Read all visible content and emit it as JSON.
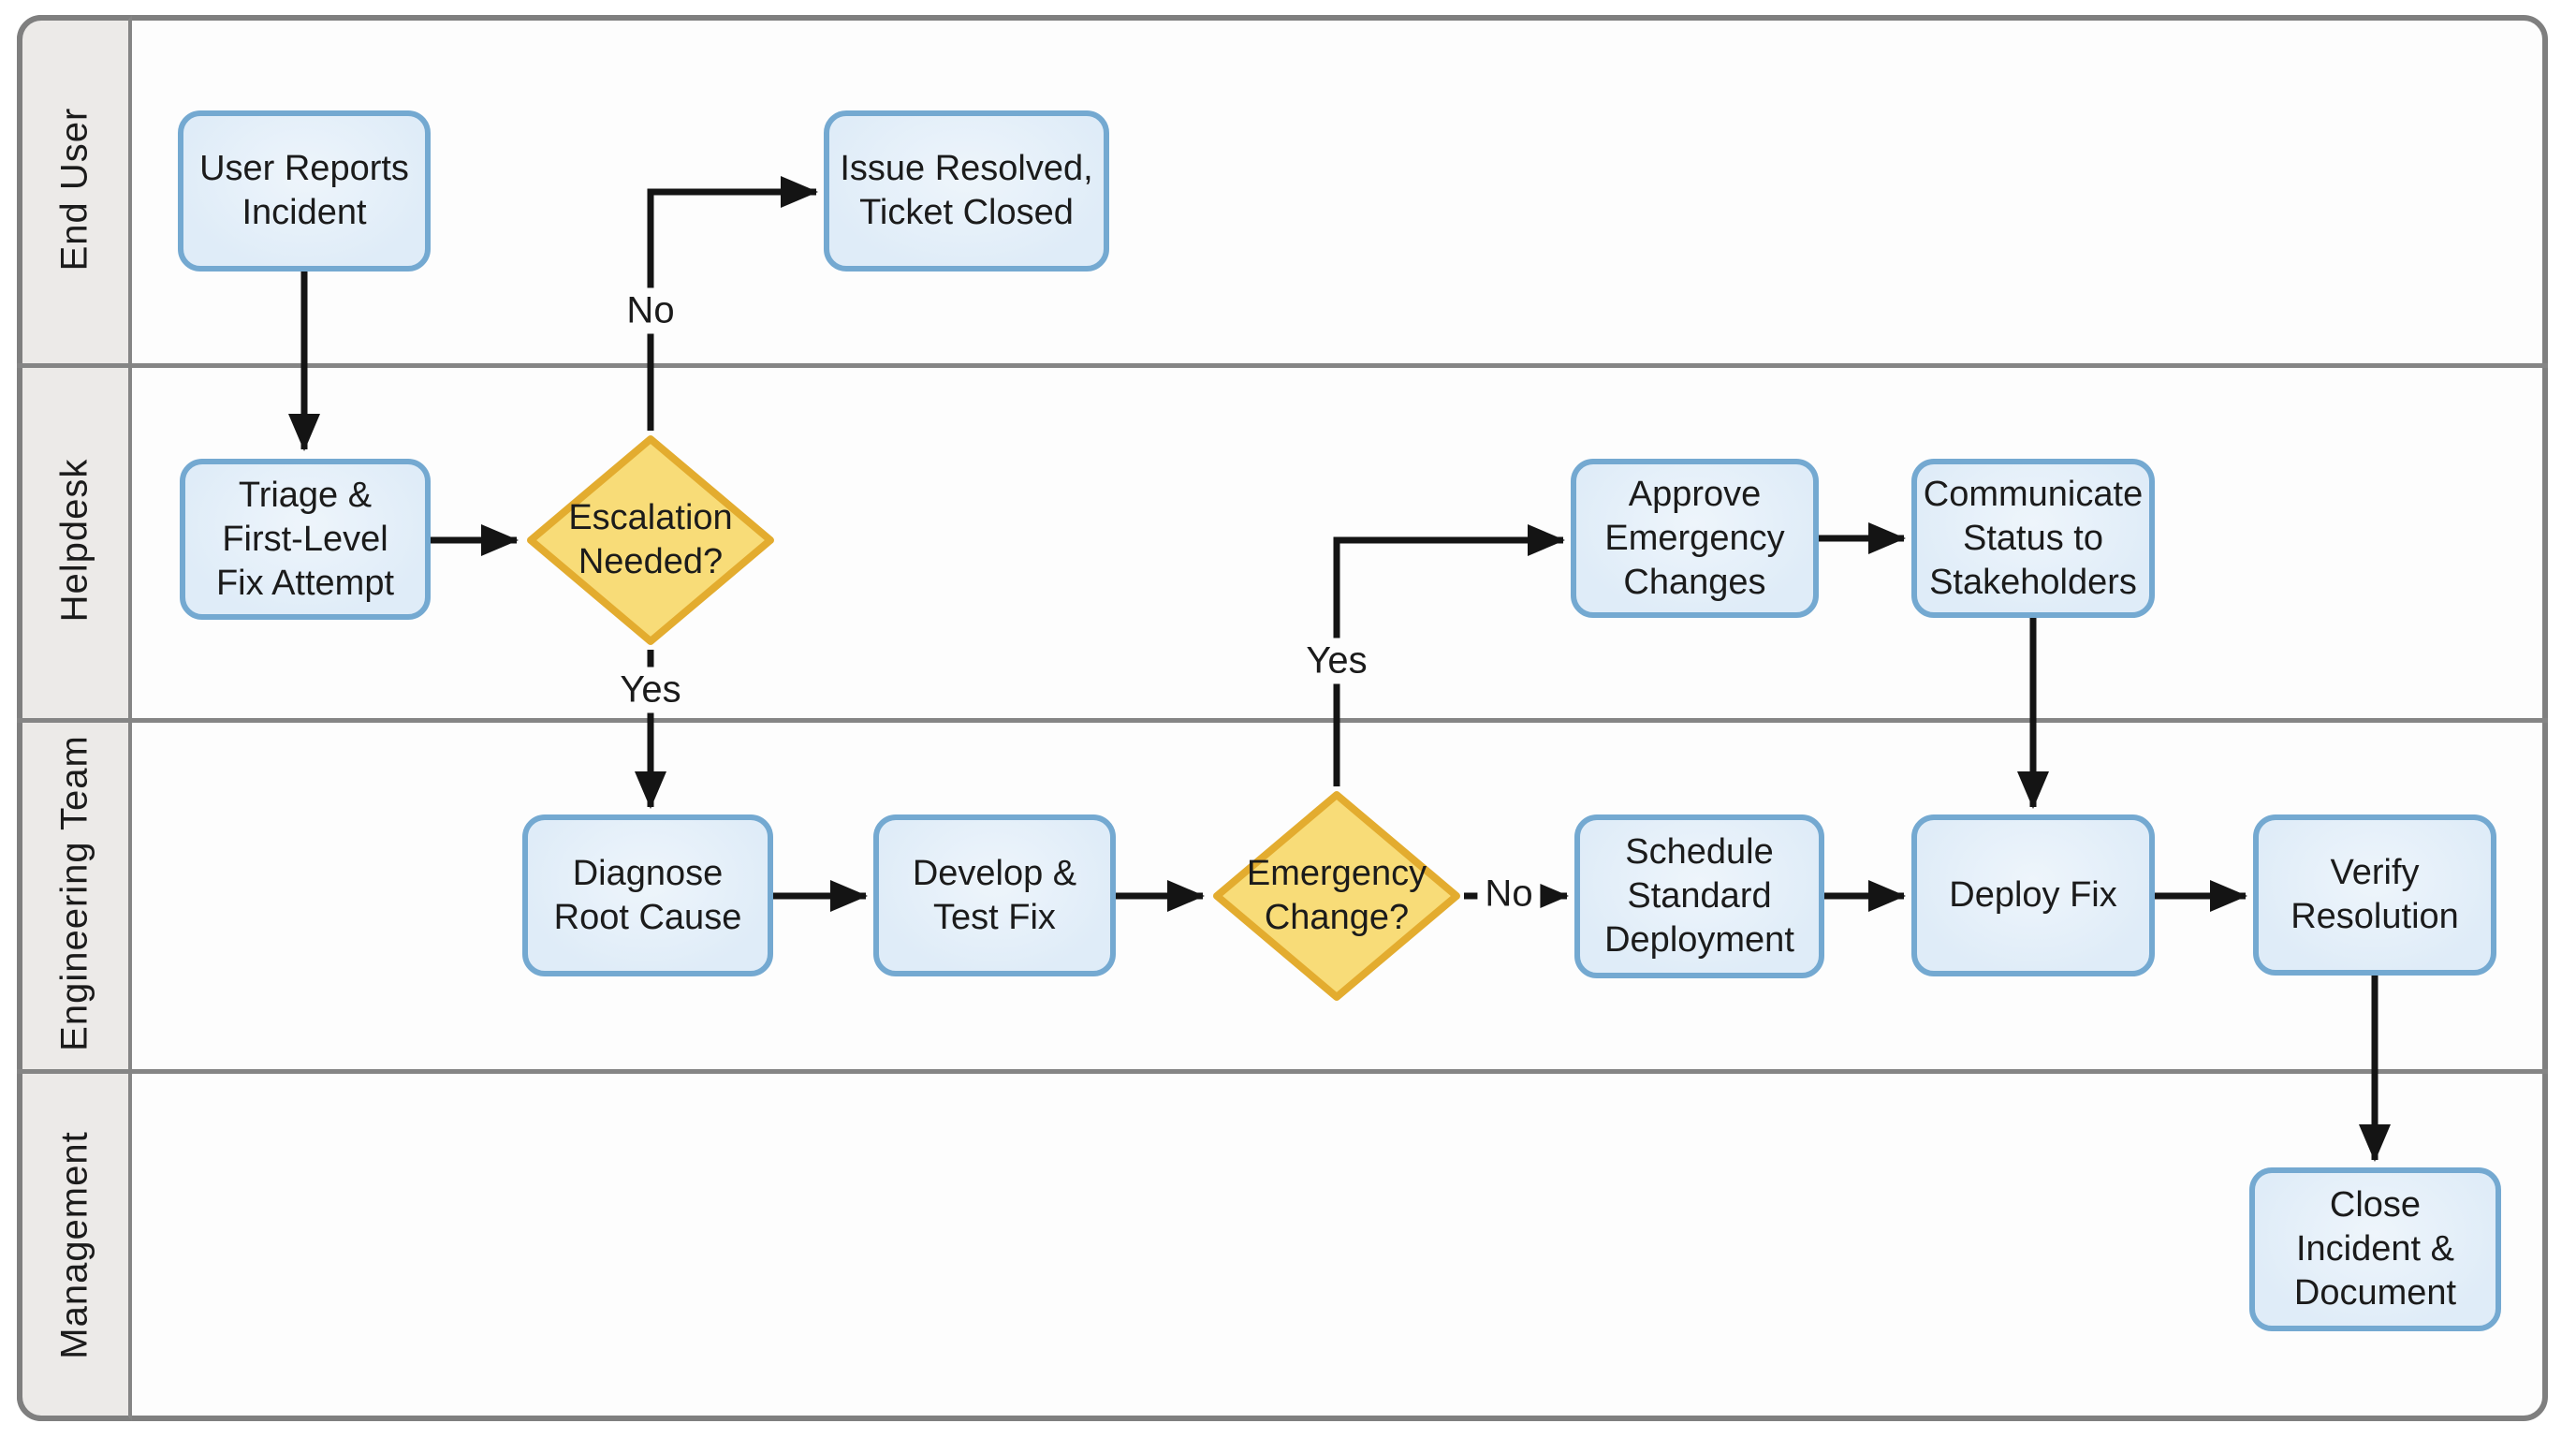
{
  "diagram": {
    "type": "swimlane-flowchart",
    "subject": "IT incident management process"
  },
  "lanes": [
    {
      "label": "End User"
    },
    {
      "label": "Helpdesk"
    },
    {
      "label": "Engineering Team"
    },
    {
      "label": "Management"
    }
  ],
  "nodes": {
    "user_reports": {
      "type": "process",
      "lane": "End User",
      "label": "User Reports\nIncident"
    },
    "issue_resolved": {
      "type": "process",
      "lane": "End User",
      "label": "Issue Resolved,\nTicket Closed"
    },
    "triage": {
      "type": "process",
      "lane": "Helpdesk",
      "label": "Triage &\nFirst-Level\nFix Attempt"
    },
    "escalation": {
      "type": "decision",
      "lane": "Helpdesk",
      "label": "Escalation\nNeeded?"
    },
    "approve": {
      "type": "process",
      "lane": "Helpdesk",
      "label": "Approve\nEmergency\nChanges"
    },
    "communicate": {
      "type": "process",
      "lane": "Helpdesk",
      "label": "Communicate\nStatus to\nStakeholders"
    },
    "diagnose": {
      "type": "process",
      "lane": "Engineering Team",
      "label": "Diagnose\nRoot Cause"
    },
    "develop": {
      "type": "process",
      "lane": "Engineering Team",
      "label": "Develop &\nTest Fix"
    },
    "emergency": {
      "type": "decision",
      "lane": "Engineering Team",
      "label": "Emergency\nChange?"
    },
    "schedule": {
      "type": "process",
      "lane": "Engineering Team",
      "label": "Schedule\nStandard\nDeployment"
    },
    "deploy": {
      "type": "process",
      "lane": "Engineering Team",
      "label": "Deploy Fix"
    },
    "verify": {
      "type": "process",
      "lane": "Engineering Team",
      "label": "Verify\nResolution"
    },
    "close": {
      "type": "process",
      "lane": "Management",
      "label": "Close\nIncident &\nDocument"
    }
  },
  "edges": [
    {
      "from": "user_reports",
      "to": "triage",
      "label": ""
    },
    {
      "from": "triage",
      "to": "escalation",
      "label": ""
    },
    {
      "from": "escalation",
      "to": "issue_resolved",
      "label": "No"
    },
    {
      "from": "escalation",
      "to": "diagnose",
      "label": "Yes"
    },
    {
      "from": "diagnose",
      "to": "develop",
      "label": ""
    },
    {
      "from": "develop",
      "to": "emergency",
      "label": ""
    },
    {
      "from": "emergency",
      "to": "schedule",
      "label": "No"
    },
    {
      "from": "emergency",
      "to": "approve",
      "label": "Yes"
    },
    {
      "from": "approve",
      "to": "communicate",
      "label": ""
    },
    {
      "from": "communicate",
      "to": "deploy",
      "label": ""
    },
    {
      "from": "schedule",
      "to": "deploy",
      "label": ""
    },
    {
      "from": "deploy",
      "to": "verify",
      "label": ""
    },
    {
      "from": "verify",
      "to": "close",
      "label": ""
    }
  ],
  "colors": {
    "process_fill": "#dfecf8",
    "process_border": "#74a9d1",
    "decision_fill": "#f8dc78",
    "decision_border": "#e3ac2f",
    "lane_header_fill": "#eceae8",
    "frame_gray": "#7f7f7f",
    "arrow_black": "#141414",
    "text_color": "#1b1b1b"
  }
}
